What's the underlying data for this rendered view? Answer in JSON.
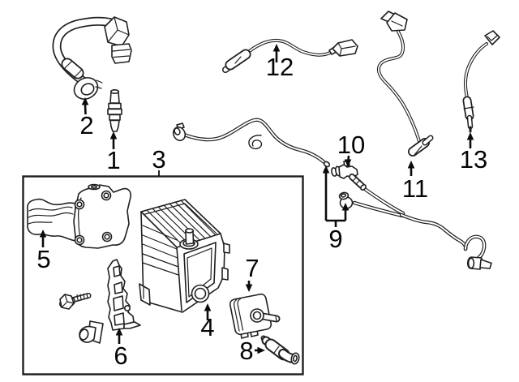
{
  "diagram": {
    "kind": "exploded-parts-line-diagram",
    "background_color": "#ffffff",
    "line_color": "#1f1f1f",
    "label_color": "#050505",
    "callouts": {
      "c1": "1",
      "c2": "2",
      "c3": "3",
      "c4": "4",
      "c5": "5",
      "c6": "6",
      "c7": "7",
      "c8": "8",
      "c9": "9",
      "c10": "10",
      "c11": "11",
      "c12": "12",
      "c13": "13"
    }
  }
}
